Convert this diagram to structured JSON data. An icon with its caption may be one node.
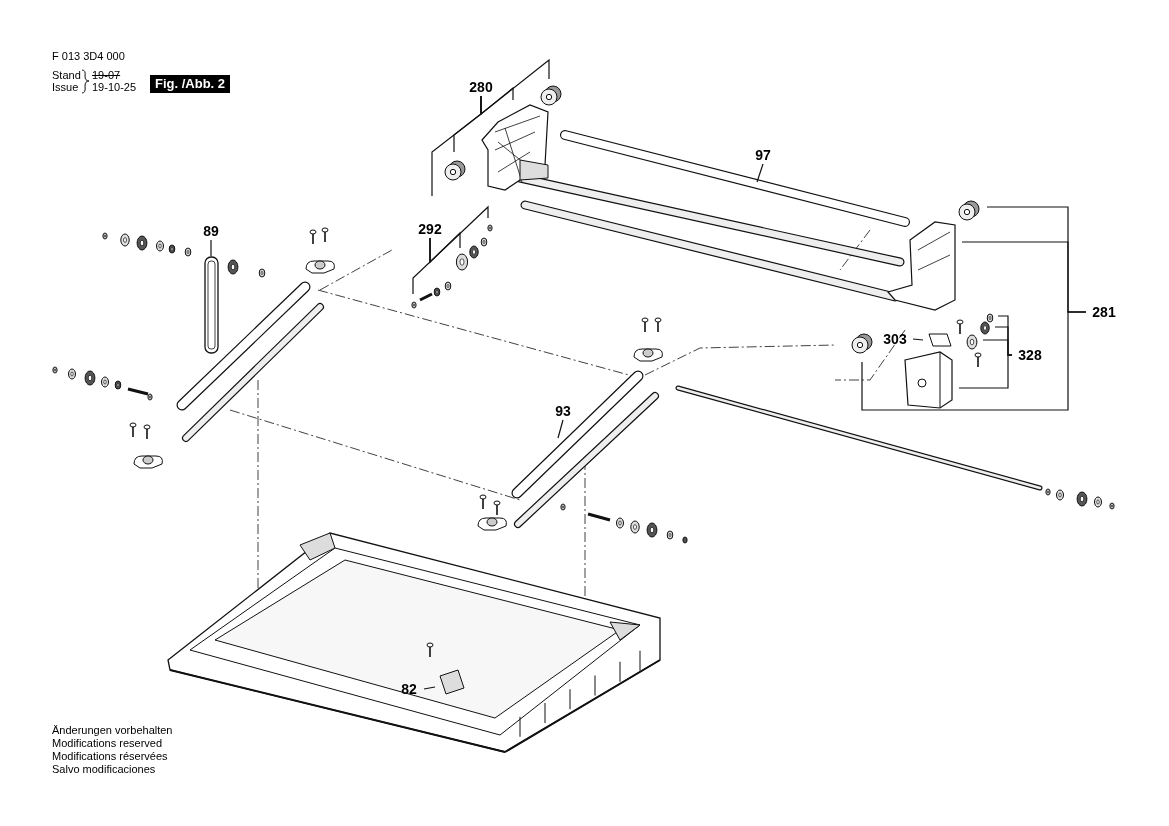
{
  "diagram": {
    "nodes": [
      {
        "text": [
          "280"
        ]
      },
      {
        "text": [
          "292"
        ]
      },
      {
        "text": [
          "97"
        ]
      },
      {
        "text": [
          "89"
        ]
      },
      {
        "text": [
          "93"
        ]
      },
      {
        "text": [
          "281"
        ]
      },
      {
        "text": [
          "303"
        ]
      },
      {
        "text": [
          "328"
        ]
      },
      {
        "text": [
          "82"
        ]
      }
    ],
    "edges": [
      {
        "from": 0,
        "to": null,
        "arrow": "none"
      },
      {
        "from": 0,
        "to": null,
        "arrow": "none"
      },
      {
        "from": 0,
        "to": null,
        "arrow": "none"
      },
      {
        "from": 0,
        "to": null,
        "arrow": "none"
      },
      {
        "from": 1,
        "to": null,
        "arrow": "none"
      },
      {
        "from": 1,
        "to": null,
        "arrow": "none"
      },
      {
        "from": 1,
        "to": null,
        "arrow": "none"
      },
      {
        "from": 2,
        "to": null,
        "arrow": "none"
      },
      {
        "from": 3,
        "to": null,
        "arrow": "none"
      },
      {
        "from": 4,
        "to": null,
        "arrow": "none"
      },
      {
        "from": 5,
        "to": null,
        "arrow": "none"
      },
      {
        "from": 5,
        "to": null,
        "arrow": "none"
      },
      {
        "from": 5,
        "to": null,
        "arrow": "none"
      },
      {
        "from": 6,
        "to": null,
        "arrow": "none"
      },
      {
        "from": 7,
        "to": null,
        "arrow": "none"
      },
      {
        "from": 7,
        "to": null,
        "arrow": "none"
      },
      {
        "from": 7,
        "to": null,
        "arrow": "none"
      },
      {
        "from": 7,
        "to": null,
        "arrow": "none"
      },
      {
        "from": 8,
        "to": null,
        "arrow": "none"
      }
    ],
    "labels": [
      "F 013 3D4 000",
      "Stand",
      "19-07",
      "Issue",
      "19-10-25",
      "Fig. /Abb. 2",
      "Änderungen vorbehalten",
      "Modifications reserved",
      "Modifications réservées",
      "Salvo modificaciones"
    ]
  }
}
